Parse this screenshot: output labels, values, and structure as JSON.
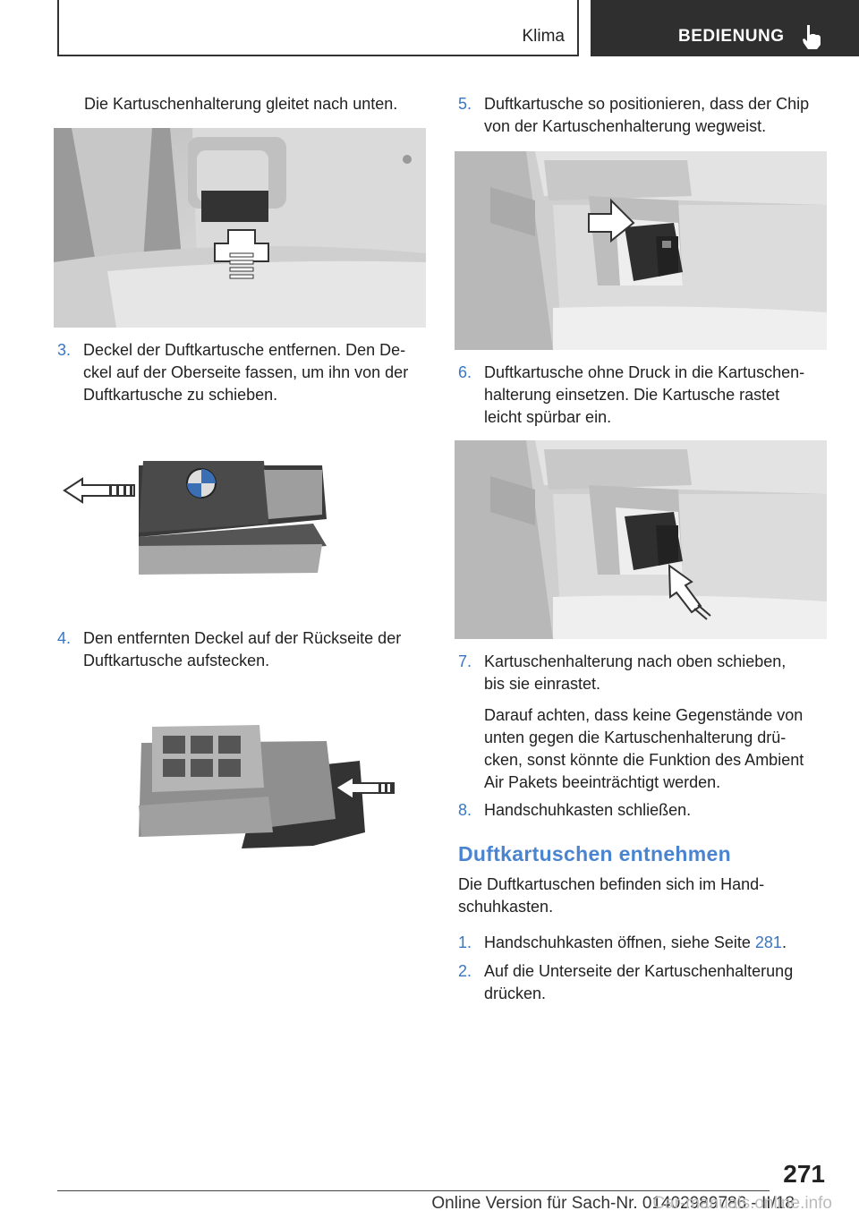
{
  "header": {
    "section": "Klima",
    "chapter": "BEDIENUNG",
    "icon": "pointing-hand-icon"
  },
  "left": {
    "intro": "Die Kartuschenhalterung gleitet nach unten.",
    "steps": [
      {
        "num": "3.",
        "lines": [
          "Deckel der Duftkartusche entfernen. Den De‐",
          "ckel auf der Oberseite fassen, um ihn von der",
          "Duftkartusche zu schieben."
        ]
      },
      {
        "num": "4.",
        "lines": [
          "Den entfernten Deckel auf der Rückseite der",
          "Duftkartusche aufstecken."
        ]
      }
    ]
  },
  "right": {
    "steps": [
      {
        "num": "5.",
        "lines": [
          "Duftkartusche so positionieren, dass der Chip",
          "von der Kartuschenhalterung wegweist."
        ]
      },
      {
        "num": "6.",
        "lines": [
          "Duftkartusche ohne Druck in die Kartuschen‐",
          "halterung einsetzen. Die Kartusche rastet",
          "leicht spürbar ein."
        ]
      },
      {
        "num": "7.",
        "lines": [
          "Kartuschenhalterung nach oben schieben,",
          "bis sie einrastet."
        ],
        "note": [
          "Darauf achten, dass keine Gegenstände von",
          "unten gegen die Kartuschenhalterung drü‐",
          "cken, sonst könnte die Funktion des Ambient",
          "Air Pakets beeinträchtigt werden."
        ]
      },
      {
        "num": "8.",
        "lines": [
          "Handschuhkasten schließen."
        ]
      }
    ],
    "heading": "Duftkartuschen entnehmen",
    "para": [
      "Die Duftkartuschen befinden sich im Hand‐",
      "schuhkasten."
    ],
    "steps2": [
      {
        "num": "1.",
        "pre": "Handschuhkasten öffnen, siehe Seite ",
        "link": "281",
        "post": "."
      },
      {
        "num": "2.",
        "lines": [
          "Auf die Unterseite der Kartuschenhalterung",
          "drücken."
        ]
      }
    ]
  },
  "footer": {
    "page": "271",
    "online": "Online Version für Sach-Nr. 01402989786 - II/18",
    "watermark": "Car-manuals.online.info"
  }
}
